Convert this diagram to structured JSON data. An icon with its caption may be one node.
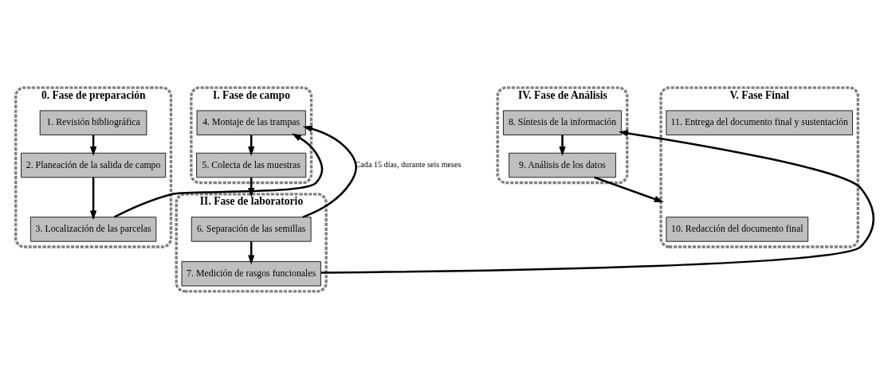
{
  "diagram": {
    "nodes": [
      {
        "text": [
          "0. Fase de preparación"
        ]
      },
      {
        "text": [
          "1. Revisión bibliográfica"
        ],
        "in": 0
      },
      {
        "text": [
          "2. Planeación de la salida de campo"
        ],
        "in": 0
      },
      {
        "text": [
          "3. Localización de las parcelas"
        ],
        "in": 0
      },
      {
        "text": [
          "I. Fase de campo"
        ]
      },
      {
        "text": [
          "4. Montaje de las trampas"
        ],
        "in": 4
      },
      {
        "text": [
          "5. Colecta de las muestras"
        ],
        "in": 4
      },
      {
        "text": [
          "II. Fase de laboratorio"
        ]
      },
      {
        "text": [
          "6. Separación de las semillas"
        ],
        "in": 7
      },
      {
        "text": [
          "7. Medición de rasgos funcionales"
        ],
        "in": 7
      },
      {
        "text": [
          "IV. Fase de Análisis"
        ]
      },
      {
        "text": [
          "8. Síntesis de la información"
        ],
        "in": 10
      },
      {
        "text": [
          "9. Análisis de los datos"
        ],
        "in": 10
      },
      {
        "text": [
          "V. Fase Final"
        ]
      },
      {
        "text": [
          "10. Redacción del documento final"
        ],
        "in": 13
      },
      {
        "text": [
          "11. Entrega del documento final y sustentación"
        ],
        "in": 13
      }
    ],
    "edges": [
      {
        "from": 1,
        "to": 2,
        "arrow": "to"
      },
      {
        "from": 2,
        "to": 3,
        "arrow": "to"
      },
      {
        "from": 3,
        "to": 5,
        "arrow": "to"
      },
      {
        "from": 5,
        "to": 6,
        "arrow": "to"
      },
      {
        "from": 6,
        "to": 7,
        "arrow": "to"
      },
      {
        "from": 8,
        "to": 9,
        "arrow": "to"
      },
      {
        "from": 8,
        "to": 5,
        "arrow": "to",
        "label": "Cada 15 días, durante seis meses"
      },
      {
        "from": 9,
        "to": 11,
        "arrow": "to"
      },
      {
        "from": 11,
        "to": 12,
        "arrow": "to"
      },
      {
        "from": 12,
        "to": 13,
        "arrow": "to"
      }
    ]
  }
}
